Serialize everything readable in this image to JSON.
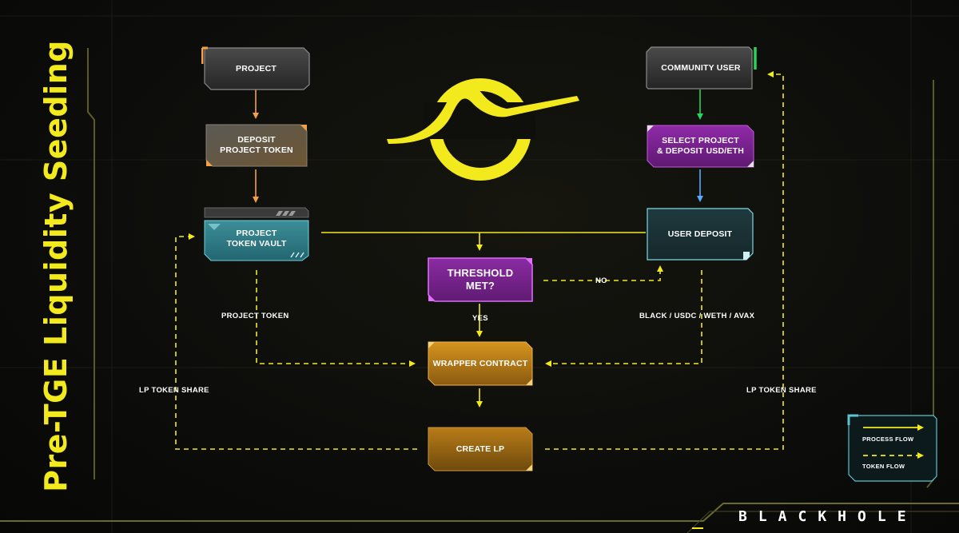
{
  "title": "Pre-TGE Liquidity Seeding",
  "brand": "BLACKHOLE",
  "nodes": {
    "project": "PROJECT",
    "deposit_project_token": "DEPOSIT\nPROJECT TOKEN",
    "project_token_vault": "PROJECT\nTOKEN VAULT",
    "community_user": "COMMUNITY USER",
    "select_project": "SELECT PROJECT\n& DEPOSIT USD/ETH",
    "user_deposit": "USER DEPOSIT",
    "threshold": "THRESHOLD\nMET?",
    "wrapper_contract": "WRAPPER CONTRACT",
    "create_lp": "CREATE LP"
  },
  "edge_labels": {
    "no": "NO",
    "yes": "YES",
    "project_token": "PROJECT TOKEN",
    "deposit_assets": "BLACK / USDC / WETH / AVAX",
    "lp_share_left": "LP TOKEN SHARE",
    "lp_share_right": "LP TOKEN SHARE"
  },
  "legend": {
    "process_flow": "PROCESS FLOW",
    "token_flow": "TOKEN FLOW"
  },
  "colors": {
    "accent_yellow": "#f2ea1d",
    "orange": "#f5a044",
    "green": "#27d35a",
    "blue": "#5aa8ff",
    "purple": "#9b2bb3",
    "teal": "#5cc3cf"
  },
  "icons": {
    "logo": "blackhole-logo-icon"
  }
}
